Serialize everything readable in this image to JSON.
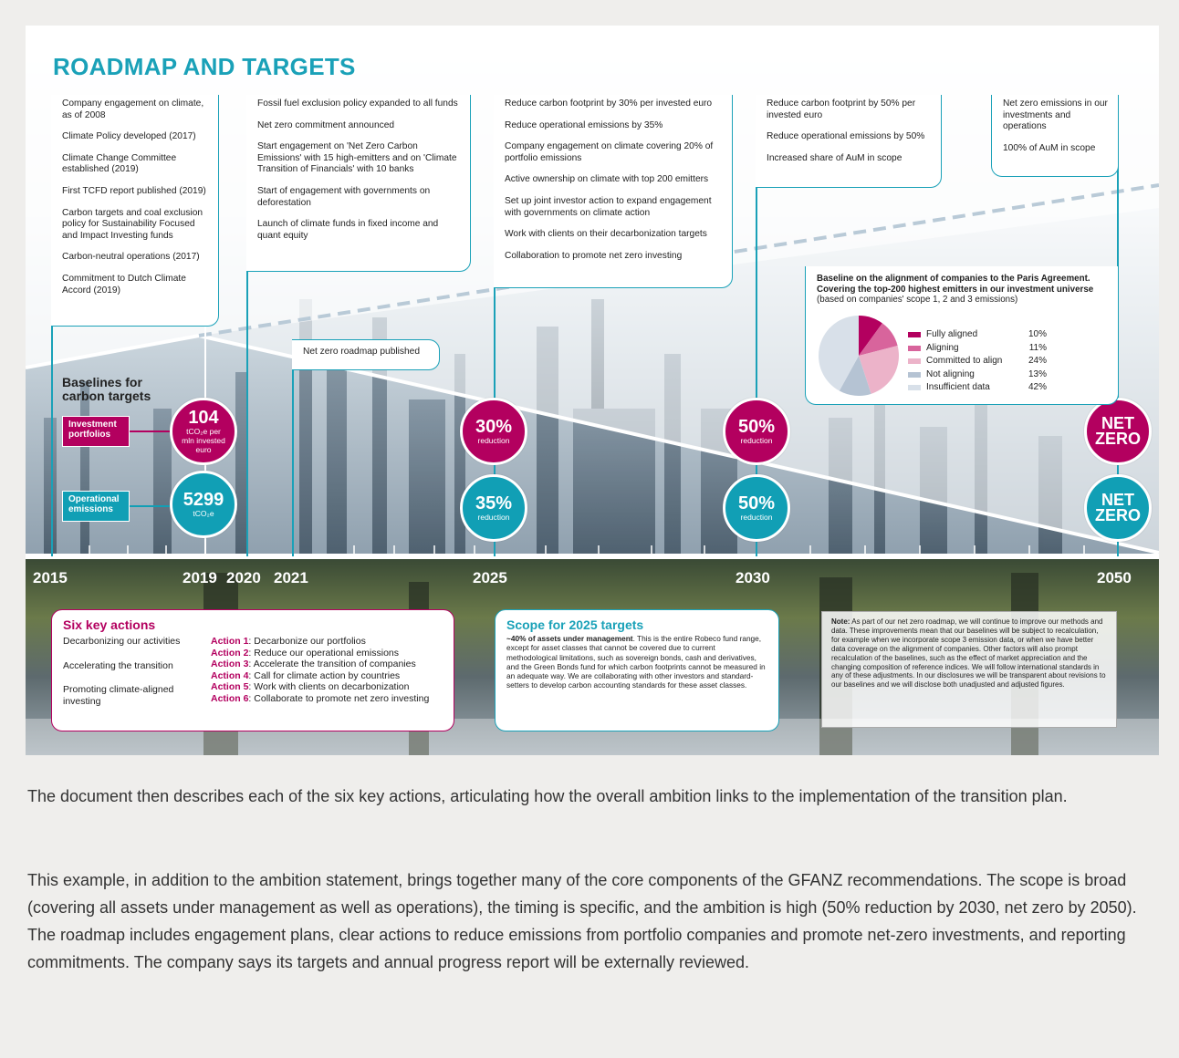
{
  "title": "ROADMAP AND TARGETS",
  "milestones": [
    {
      "id": "2015",
      "items": [
        "Company engagement on climate, as of 2008",
        "Climate Policy developed (2017)",
        "Climate Change Committee established (2019)",
        "First TCFD report published (2019)",
        "Carbon targets and coal exclusion policy for Sustainability Focused and Impact Investing funds",
        "Carbon-neutral operations (2017)",
        "Commitment to Dutch Climate Accord (2019)"
      ]
    },
    {
      "id": "2020",
      "items": [
        "Fossil fuel exclusion policy expanded to all funds",
        "Net zero commitment announced",
        "Start engagement on 'Net Zero Carbon Emissions' with 15 high-emitters and on 'Climate Transition of Financials' with 10 banks",
        "Start of engagement with governments on deforestation",
        "Launch of climate funds in fixed income and quant equity"
      ]
    },
    {
      "id": "2021",
      "items": [
        "Net zero roadmap published"
      ]
    },
    {
      "id": "2025",
      "items": [
        "Reduce carbon footprint by 30% per invested euro",
        "Reduce operational emissions by 35%",
        "Company engagement on climate covering 20% of portfolio emissions",
        "Active ownership on climate with top 200 emitters",
        "Set up joint investor action to expand engagement with governments on climate action",
        "Work with clients on their decarbonization targets",
        "Collaboration to promote net zero investing"
      ]
    },
    {
      "id": "2030",
      "items": [
        "Reduce carbon footprint by 50% per invested euro",
        "Reduce operational emissions by 50%",
        "Increased share of AuM in scope"
      ]
    },
    {
      "id": "2050",
      "items": [
        "Net zero emissions in our investments and operations",
        "100% of AuM in scope"
      ]
    }
  ],
  "baselines": {
    "heading_line1": "Baselines for",
    "heading_line2": "carbon targets",
    "investment_label_1": "Investment",
    "investment_label_2": "portfolios",
    "operational_label_1": "Operational",
    "operational_label_2": "emissions",
    "investment_value": "104",
    "investment_unit_1": "tCO₂e per",
    "investment_unit_2": "mln invested",
    "investment_unit_3": "euro",
    "operational_value": "5299",
    "operational_unit": "tCO₂e"
  },
  "targets": {
    "inv_2025": "30%",
    "inv_2030": "50%",
    "reduction": "reduction",
    "op_2025": "35%",
    "op_2030": "50%",
    "nz_1": "NET",
    "nz_2": "ZERO"
  },
  "years": [
    "2015",
    "2019",
    "2020",
    "2021",
    "2025",
    "2030",
    "2050"
  ],
  "alignment": {
    "title_1": "Baseline on the alignment of companies to the Paris Agreement.",
    "title_2": "Covering the top-200 highest emitters in our investment universe",
    "subtitle": "(based on companies' scope 1, 2 and 3 emissions)",
    "legend": [
      {
        "label": "Fully aligned",
        "value": "10%",
        "color": "#b3005f"
      },
      {
        "label": "Aligning",
        "value": "11%",
        "color": "#d8649c"
      },
      {
        "label": "Committed to align",
        "value": "24%",
        "color": "#ecb3c9"
      },
      {
        "label": "Not aligning",
        "value": "13%",
        "color": "#b5c3d3"
      },
      {
        "label": "Insufficient data",
        "value": "42%",
        "color": "#d8e0e9"
      }
    ]
  },
  "chart_data": {
    "type": "pie",
    "categories": [
      "Fully aligned",
      "Aligning",
      "Committed to align",
      "Not aligning",
      "Insufficient data"
    ],
    "values": [
      10,
      11,
      24,
      13,
      42
    ]
  },
  "key_actions": {
    "title": "Six key actions",
    "groups": [
      "Decarbonizing our activities",
      "Accelerating the transition",
      "Promoting climate-aligned investing"
    ],
    "actions": [
      {
        "label": "Action 1",
        "text": "Decarbonize our portfolios"
      },
      {
        "label": "Action 2",
        "text": "Reduce our operational emissions"
      },
      {
        "label": "Action 3",
        "text": "Accelerate the transition of companies"
      },
      {
        "label": "Action 4",
        "text": "Call for climate action by countries"
      },
      {
        "label": "Action 5",
        "text": "Work with clients on decarbonization"
      },
      {
        "label": "Action 6",
        "text": "Collaborate to promote net zero investing"
      }
    ]
  },
  "scope": {
    "title": "Scope for 2025 targets",
    "bold": "~40% of assets under management",
    "text": ". This is the entire Robeco fund range, except for asset classes that cannot be covered due to current methodological limitations, such as sovereign bonds, cash and derivatives, and the Green Bonds fund for which carbon footprints cannot be measured in an adequate way. We are collaborating with other investors and standard-setters to develop carbon accounting standards for these asset classes."
  },
  "note": {
    "label": "Note:",
    "text": " As part of our net zero roadmap, we will continue to improve our methods and data. These improvements mean that our baselines will be subject to recalculation, for example when we incorporate scope 3 emission data, or when we have better data coverage on the alignment of companies. Other factors will also prompt recalculation of the baselines, such as the effect of market appreciation and the changing composition of reference indices. We will follow international standards in any of these adjustments. In our disclosures we will be transparent about revisions to our baselines and we will disclose both unadjusted and adjusted figures."
  },
  "body": {
    "p1": "The document then describes each of the six key actions, articulating how the overall ambition links to the implementation of the transition plan.",
    "p2": "This example, in addition to the ambition statement, brings together many of the core components of the GFANZ recommendations. The scope is broad (covering all assets under management as well as operations), the timing is specific, and the ambition is high (50% reduction by 2030, net zero by 2050). The roadmap includes engagement plans, clear actions to reduce emissions from portfolio companies and promote net-zero investments, and reporting commitments. The company says its targets and annual progress report will be externally reviewed."
  }
}
